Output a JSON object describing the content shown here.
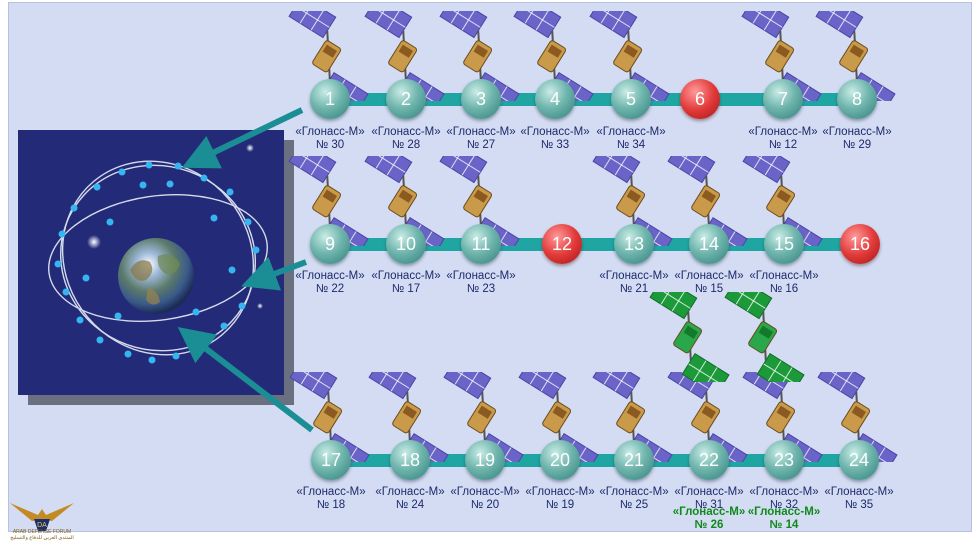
{
  "orbits": [
    {
      "slots": [
        {
          "num": "1",
          "status": "active",
          "labels": [
            "«Глонасс-М»",
            "№ 30"
          ]
        },
        {
          "num": "2",
          "status": "active",
          "labels": [
            "«Глонасс-М»",
            "№ 28"
          ]
        },
        {
          "num": "3",
          "status": "active",
          "labels": [
            "«Глонасс-М»",
            "№ 27"
          ]
        },
        {
          "num": "4",
          "status": "active",
          "labels": [
            "«Глонасс-М»",
            "№ 33"
          ]
        },
        {
          "num": "5",
          "status": "active",
          "labels": [
            "«Глонасс-М»",
            "№ 34"
          ]
        },
        {
          "num": "6",
          "status": "empty",
          "labels": []
        },
        {
          "num": "7",
          "status": "active",
          "labels": [
            "«Глонасс-М»",
            "№ 12"
          ]
        },
        {
          "num": "8",
          "status": "active",
          "labels": [
            "«Глонасс-М»",
            "№ 29"
          ]
        }
      ]
    },
    {
      "slots": [
        {
          "num": "9",
          "status": "active",
          "labels": [
            "«Глонасс-М»",
            "№ 22"
          ]
        },
        {
          "num": "10",
          "status": "active",
          "labels": [
            "«Глонасс-М»",
            "№ 17"
          ]
        },
        {
          "num": "11",
          "status": "active",
          "labels": [
            "«Глонасс-М»",
            "№ 23"
          ]
        },
        {
          "num": "12",
          "status": "empty",
          "labels": []
        },
        {
          "num": "13",
          "status": "active",
          "labels": [
            "«Глонасс-М»",
            "№ 21"
          ]
        },
        {
          "num": "14",
          "status": "active",
          "labels": [
            "«Глонасс-М»",
            "№ 15"
          ]
        },
        {
          "num": "15",
          "status": "active",
          "labels": [
            "«Глонасс-М»",
            "№ 16"
          ]
        },
        {
          "num": "16",
          "status": "empty",
          "labels": []
        }
      ]
    },
    {
      "slots": [
        {
          "num": "17",
          "status": "active",
          "labels": [
            "«Глонасс-М»",
            "№ 18"
          ]
        },
        {
          "num": "18",
          "status": "active",
          "labels": [
            "«Глонасс-М»",
            "№ 24"
          ]
        },
        {
          "num": "19",
          "status": "active",
          "labels": [
            "«Глонасс-М»",
            "№ 20"
          ]
        },
        {
          "num": "20",
          "status": "active",
          "labels": [
            "«Глонасс-М»",
            "№ 19"
          ]
        },
        {
          "num": "21",
          "status": "active",
          "labels": [
            "«Глонасс-М»",
            "№ 25"
          ]
        },
        {
          "num": "22",
          "status": "active",
          "labels": [
            "«Глонасс-М»",
            "№ 31"
          ],
          "spare_labels": [
            "«Глонасс-М»",
            "№ 26"
          ]
        },
        {
          "num": "23",
          "status": "active",
          "labels": [
            "«Глонасс-М»",
            "№ 32"
          ],
          "spare_labels": [
            "«Глонасс-М»",
            "№ 14"
          ]
        },
        {
          "num": "24",
          "status": "active",
          "labels": [
            "«Глонасс-М»",
            "№ 35"
          ]
        }
      ]
    }
  ],
  "logo": {
    "line1": "DA",
    "line2": "ARAB DEFENSE FORUM",
    "line3": "المنتدى العربي للدفاع والتسليح"
  },
  "colors": {
    "panel": "#d3dcf2",
    "orbit_line": "#1fa6a2",
    "active_slot": "#5fa8a0",
    "empty_slot": "#e23a3a",
    "label_text": "#1d2a6b",
    "spare_label_text": "#0f8a1a",
    "solar_panel": "#6a64c8",
    "spare_solar_panel": "#1c9a3a",
    "space": "#232a78"
  },
  "icons": {
    "satellite": "glonass-satellite-icon",
    "spare_satellite": "glonass-spare-satellite-icon",
    "earth": "earth-icon"
  }
}
